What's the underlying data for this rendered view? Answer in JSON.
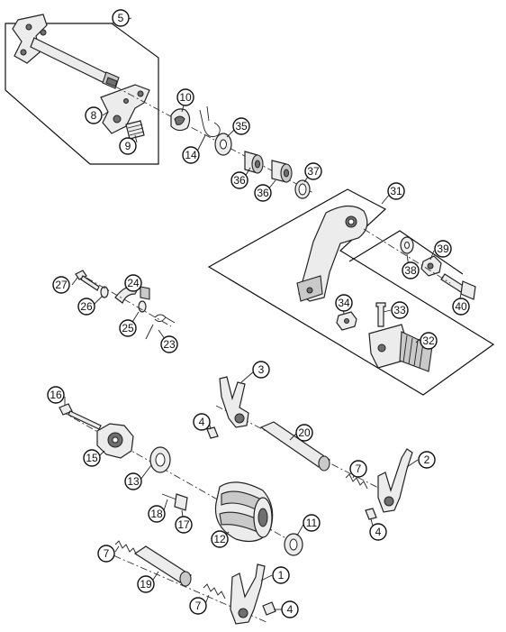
{
  "colors": {
    "line": "#111111",
    "part_fill": "#ececec",
    "part_dark": "#6f6f6f",
    "background": "#ffffff"
  },
  "callouts": [
    {
      "id": "c5",
      "label": "5"
    },
    {
      "id": "c8",
      "label": "8"
    },
    {
      "id": "c9",
      "label": "9"
    },
    {
      "id": "c10",
      "label": "10"
    },
    {
      "id": "c14",
      "label": "14"
    },
    {
      "id": "c35",
      "label": "35"
    },
    {
      "id": "c36a",
      "label": "36"
    },
    {
      "id": "c36b",
      "label": "36"
    },
    {
      "id": "c37",
      "label": "37"
    },
    {
      "id": "c31",
      "label": "31"
    },
    {
      "id": "c39",
      "label": "39"
    },
    {
      "id": "c38",
      "label": "38"
    },
    {
      "id": "c40",
      "label": "40"
    },
    {
      "id": "c34",
      "label": "34"
    },
    {
      "id": "c33",
      "label": "33"
    },
    {
      "id": "c32",
      "label": "32"
    },
    {
      "id": "c27",
      "label": "27"
    },
    {
      "id": "c24",
      "label": "24"
    },
    {
      "id": "c26",
      "label": "26"
    },
    {
      "id": "c25",
      "label": "25"
    },
    {
      "id": "c23",
      "label": "23"
    },
    {
      "id": "c3",
      "label": "3"
    },
    {
      "id": "c16",
      "label": "16"
    },
    {
      "id": "c4a",
      "label": "4"
    },
    {
      "id": "c20",
      "label": "20"
    },
    {
      "id": "c15",
      "label": "15"
    },
    {
      "id": "c2",
      "label": "2"
    },
    {
      "id": "c7a",
      "label": "7"
    },
    {
      "id": "c13",
      "label": "13"
    },
    {
      "id": "c18",
      "label": "18"
    },
    {
      "id": "c17",
      "label": "17"
    },
    {
      "id": "c12",
      "label": "12"
    },
    {
      "id": "c11",
      "label": "11"
    },
    {
      "id": "c4b",
      "label": "4"
    },
    {
      "id": "c7b",
      "label": "7"
    },
    {
      "id": "c19",
      "label": "19"
    },
    {
      "id": "c1",
      "label": "1"
    },
    {
      "id": "c7c",
      "label": "7"
    },
    {
      "id": "c4c",
      "label": "4"
    }
  ]
}
